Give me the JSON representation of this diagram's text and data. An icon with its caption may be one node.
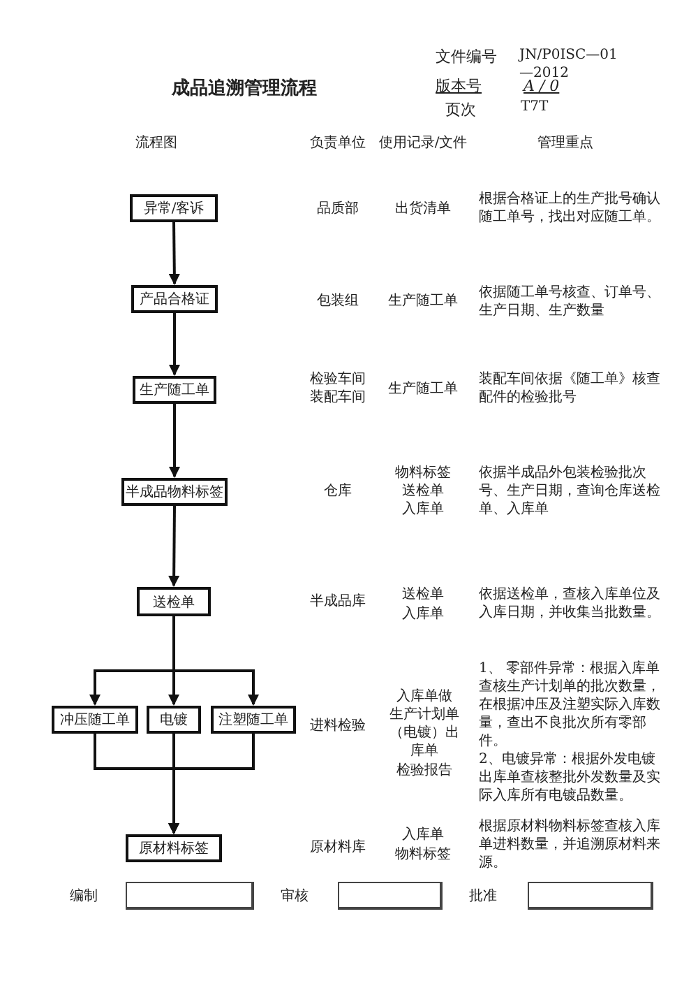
{
  "diagram": {
    "title": "成品追溯管理流程",
    "nodes": [
      {
        "text": [
          "异常/客诉"
        ]
      },
      {
        "text": [
          "产品合格证"
        ]
      },
      {
        "text": [
          "生产随工单"
        ]
      },
      {
        "text": [
          "半成品物料标签"
        ]
      },
      {
        "text": [
          "送检单"
        ]
      },
      {
        "text": [
          "冲压随工单"
        ]
      },
      {
        "text": [
          "电镀"
        ]
      },
      {
        "text": [
          "注塑随工单"
        ]
      },
      {
        "text": [
          "原材料标签"
        ]
      }
    ],
    "edges": [
      {
        "from": 0,
        "to": 1,
        "arrow": "to"
      },
      {
        "from": 1,
        "to": 2,
        "arrow": "to"
      },
      {
        "from": 2,
        "to": 3,
        "arrow": "to"
      },
      {
        "from": 3,
        "to": 4,
        "arrow": "to"
      },
      {
        "from": 4,
        "to": 5,
        "arrow": "to"
      },
      {
        "from": 4,
        "to": 6,
        "arrow": "to"
      },
      {
        "from": 4,
        "to": 7,
        "arrow": "to"
      },
      {
        "from": 5,
        "to": 8,
        "arrow": "to"
      },
      {
        "from": 6,
        "to": 8,
        "arrow": "to"
      },
      {
        "from": 7,
        "to": 8,
        "arrow": "to"
      }
    ],
    "labels": [
      "文件编号",
      "JN/P0ISC—01—2012",
      "版本号",
      "A / 0",
      "页次",
      "T7T",
      "流程图",
      "负责单位",
      "使用记录/文件",
      "管理重点",
      "品质部",
      "出货清单",
      "根据合格证上的生产批号确认随工单号，找出对应随工单。",
      "包装组",
      "生产随工单",
      "依据随工单号核查、订单号、生产日期、生产数量",
      "检验车间",
      "装配车间",
      "生产随工单",
      "装配车间依据《随工单》核查配件的检验批号",
      "仓库",
      "物料标签",
      "送检单",
      "入库单",
      "依据半成品外包装检验批次号、生产日期，查询仓库送检单、入库单",
      "半成品库",
      "送检单",
      "入库单",
      "依据送检单，查核入库单位及入库日期，并收集当批数量。",
      "进料检验",
      "入库单做",
      "生产计划单（电镀）出库单",
      "检验报告",
      "1、 零部件异常：根据入库单查核生产计划单的批次数量，在根据冲压及注塑实际入库数量，查出不良批次所有零部件。",
      "2、电镀异常：根据外发电镀出库单查核整批外发数量及实际入库所有电镀品数量。",
      "原材料库",
      "入库单",
      "物料标签",
      "根据原材料物料标签查核入库单进料数量，并追溯原材料来源。",
      "编制",
      "审核",
      "批准"
    ]
  }
}
